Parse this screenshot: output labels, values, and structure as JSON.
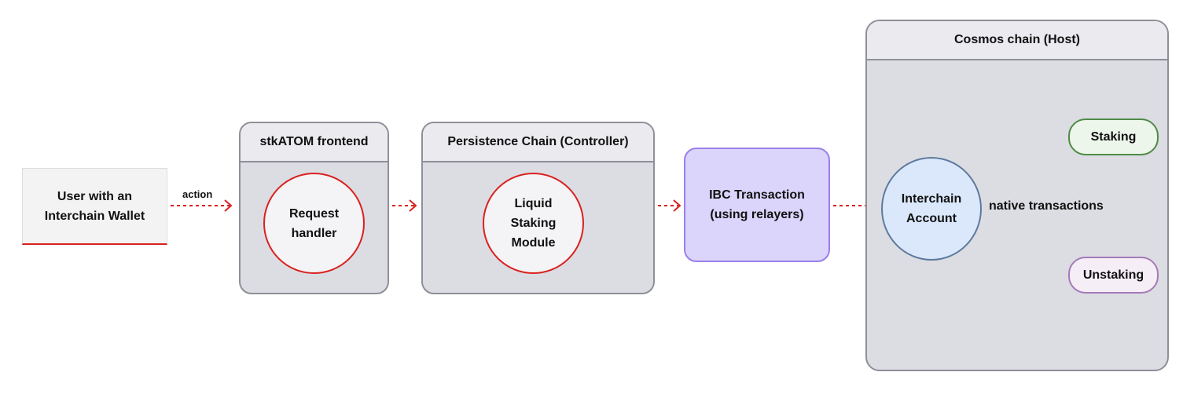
{
  "user": {
    "label_line1": "User with an",
    "label_line2": "Interchain Wallet"
  },
  "edge_action": {
    "label": "action"
  },
  "frontend": {
    "title": "stkATOM frontend",
    "node_line1": "Request",
    "node_line2": "handler"
  },
  "persistence": {
    "title": "Persistence Chain (Controller)",
    "node_line1": "Liquid",
    "node_line2": "Staking",
    "node_line3": "Module"
  },
  "ibc": {
    "line1": "IBC Transaction",
    "line2": "(using relayers)"
  },
  "cosmos": {
    "title": "Cosmos chain (Host)",
    "ica_line1": "Interchain",
    "ica_line2": "Account",
    "native_label": "native transactions",
    "staking": "Staking",
    "unstaking": "Unstaking"
  },
  "colors": {
    "accent_red": "#d9211e",
    "panel_fill": "#dcdce3",
    "panel_header": "#ebebef",
    "panel_border": "#8f8f99",
    "ibc_fill": "#dbd4fb",
    "ibc_border": "#9a7fe8",
    "ica_fill": "#dbe8fb",
    "staking_border": "#4e8a47",
    "unstaking_border": "#a57ab8",
    "gray_arrow": "#6f6f6f"
  }
}
